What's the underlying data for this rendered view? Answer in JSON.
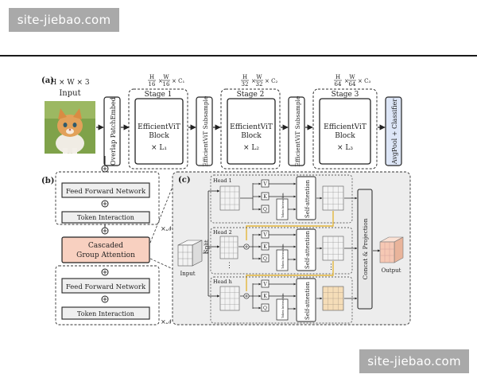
{
  "watermark_top": "site-jiebao.com",
  "watermark_bottom": "site-jiebao.com",
  "colors": {
    "panel_bg": "#ededed",
    "box_fill": "#ffffff",
    "classifier_fill": "#dde6f7",
    "attention_fill": "#f8d0c0",
    "grid_fill": "#f3f3f3",
    "output_fill": "#f6c8b4",
    "head_b_fill": "#f5ddb8",
    "highlight_line": "#e4b73c"
  },
  "icons": [
    "cat-photo-icon",
    "plus-circle-icon",
    "input-cube-icon",
    "output-cube-icon",
    "token-grid-icon"
  ],
  "panel_a": {
    "label": "(a)",
    "input_dims": "H × W × 3",
    "input_label": "Input",
    "embed": "Overlap PatchEmbed",
    "stages": [
      {
        "title": "Stage 1",
        "dims_num1": "H",
        "dims_den1": "16",
        "dims_num2": "W",
        "dims_den2": "16",
        "dims_tail": "× C₁",
        "block_line1": "EfficientViT",
        "block_line2": "Block",
        "repeat": "× L₁"
      },
      {
        "title": "Stage 2",
        "dims_num1": "H",
        "dims_den1": "32",
        "dims_num2": "W",
        "dims_den2": "32",
        "dims_tail": "× C₂",
        "block_line1": "EfficientViT",
        "block_line2": "Block",
        "repeat": "× L₂"
      },
      {
        "title": "Stage 3",
        "dims_num1": "H",
        "dims_den1": "64",
        "dims_num2": "W",
        "dims_den2": "64",
        "dims_tail": "× C₃",
        "block_line1": "EfficientViT",
        "block_line2": "Block",
        "repeat": "× L₃"
      }
    ],
    "subsample": "EfficientViT Subsample",
    "classifier": "AvgPool + Classifier"
  },
  "panel_b": {
    "label": "(b)",
    "ffn": "Feed Forward Network",
    "token_interaction": "Token Interaction",
    "cga_line1": "Cascaded",
    "cga_line2": "Group Attention",
    "times_n": "×𝒩"
  },
  "panel_c": {
    "label": "(c)",
    "input_label": "Input",
    "split_label": "Split",
    "heads": [
      "Head 1",
      "Head 2",
      "Head h"
    ],
    "qkv": [
      "V",
      "K",
      "Q"
    ],
    "token_inter_small": "Token Interaction",
    "self_attention": "Self-attention",
    "concat": "Concat & Projection",
    "output_label": "Output",
    "dots": "⋮"
  }
}
